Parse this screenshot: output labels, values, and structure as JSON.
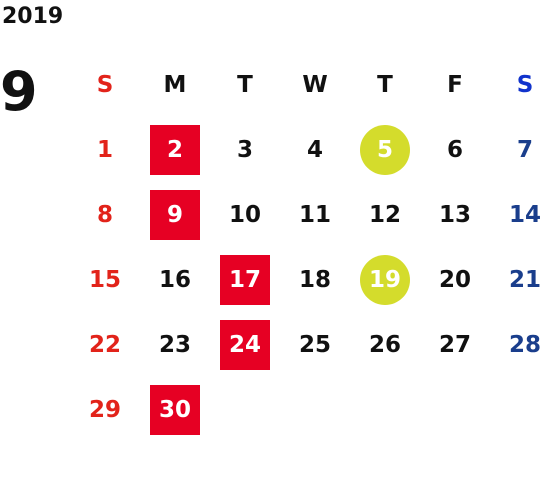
{
  "year": "2019",
  "month": "9",
  "weekdays": [
    "S",
    "M",
    "T",
    "W",
    "T",
    "F",
    "S"
  ],
  "weeks": [
    [
      {
        "day": "",
        "style": "sun"
      },
      {
        "day": "",
        "style": "reg"
      },
      {
        "day": "",
        "style": "reg"
      },
      {
        "day": "",
        "style": "reg"
      },
      {
        "day": "",
        "style": "reg"
      },
      {
        "day": "",
        "style": "reg"
      },
      {
        "day": "",
        "style": "sat"
      }
    ],
    [
      {
        "day": "1",
        "style": "sun"
      },
      {
        "day": "2",
        "style": "red"
      },
      {
        "day": "3",
        "style": "reg"
      },
      {
        "day": "4",
        "style": "reg"
      },
      {
        "day": "5",
        "style": "yellow"
      },
      {
        "day": "6",
        "style": "reg"
      },
      {
        "day": "7",
        "style": "sat"
      }
    ],
    [
      {
        "day": "8",
        "style": "sun"
      },
      {
        "day": "9",
        "style": "red"
      },
      {
        "day": "10",
        "style": "reg"
      },
      {
        "day": "11",
        "style": "reg"
      },
      {
        "day": "12",
        "style": "reg"
      },
      {
        "day": "13",
        "style": "reg"
      },
      {
        "day": "14",
        "style": "sat"
      }
    ],
    [
      {
        "day": "15",
        "style": "sun"
      },
      {
        "day": "16",
        "style": "reg"
      },
      {
        "day": "17",
        "style": "red"
      },
      {
        "day": "18",
        "style": "reg"
      },
      {
        "day": "19",
        "style": "yellow"
      },
      {
        "day": "20",
        "style": "reg"
      },
      {
        "day": "21",
        "style": "sat"
      }
    ],
    [
      {
        "day": "22",
        "style": "sun"
      },
      {
        "day": "23",
        "style": "reg"
      },
      {
        "day": "24",
        "style": "red"
      },
      {
        "day": "25",
        "style": "reg"
      },
      {
        "day": "26",
        "style": "reg"
      },
      {
        "day": "27",
        "style": "reg"
      },
      {
        "day": "28",
        "style": "sat"
      }
    ],
    [
      {
        "day": "29",
        "style": "sun"
      },
      {
        "day": "30",
        "style": "red"
      },
      {
        "day": "",
        "style": "reg"
      },
      {
        "day": "",
        "style": "reg"
      },
      {
        "day": "",
        "style": "reg"
      },
      {
        "day": "",
        "style": "reg"
      },
      {
        "day": "",
        "style": "sat"
      }
    ]
  ],
  "colors": {
    "sunday": "#e2231a",
    "saturday_header": "#1133cc",
    "saturday": "#1a3e8c",
    "highlight_red": "#e60023",
    "highlight_yellow": "#d4dc2c",
    "text": "#111111"
  }
}
